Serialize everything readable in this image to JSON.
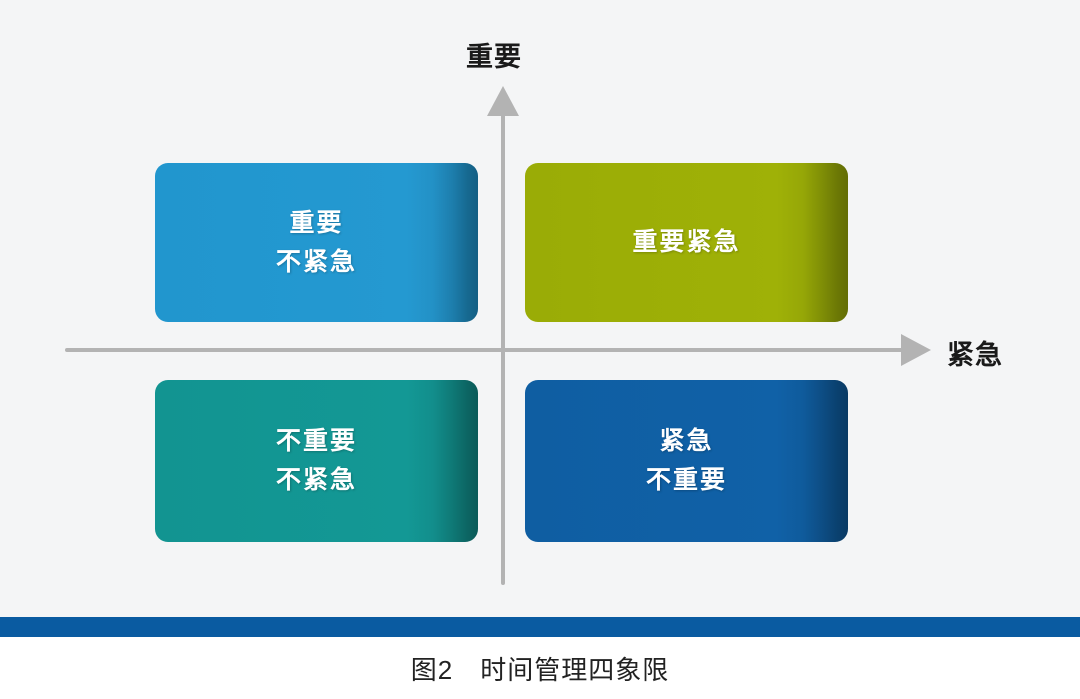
{
  "diagram": {
    "type": "four-quadrant-matrix",
    "axes": {
      "vertical_label": "重要",
      "horizontal_label": "紧急",
      "vertical_arrow": "arrow-up-icon",
      "horizontal_arrow": "arrow-right-icon"
    },
    "quadrants": [
      {
        "id": "important-not-urgent",
        "position": "top-left",
        "lines": [
          "重要",
          "不紧急"
        ],
        "color": "#2499d1"
      },
      {
        "id": "important-urgent",
        "position": "top-right",
        "lines": [
          "重要紧急"
        ],
        "color": "#9fb107"
      },
      {
        "id": "not-important-not-urgent",
        "position": "bottom-left",
        "lines": [
          "不重要",
          "不紧急"
        ],
        "color": "#139895"
      },
      {
        "id": "urgent-not-important",
        "position": "bottom-right",
        "lines": [
          "紧急",
          "不重要"
        ],
        "color": "#1061a7"
      }
    ]
  },
  "caption": {
    "text": "图2　时间管理四象限"
  },
  "colors": {
    "background": "#f4f5f6",
    "rule": "#0a5ba1",
    "axis": "#b3b3b3",
    "text_on_box": "#ffffff"
  }
}
